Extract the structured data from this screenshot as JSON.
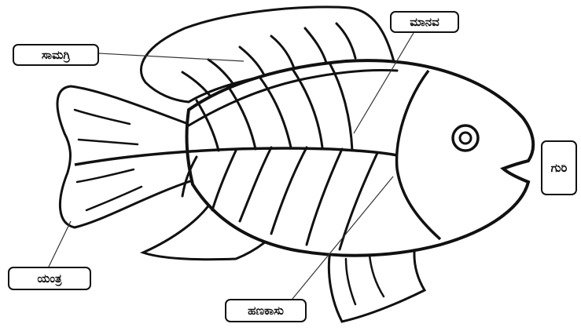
{
  "labels": {
    "samagri": "ಸಾಮಗ್ರಿ",
    "manava": "ಮಾನವ",
    "guri": "ಗುರಿ",
    "yantra": "ಯಂತ್ರ",
    "hanakasu": "ಹಣಕಾಸು"
  },
  "colors": {
    "outline": "#111111",
    "background": "#ffffff",
    "fill": "#ffffff"
  }
}
